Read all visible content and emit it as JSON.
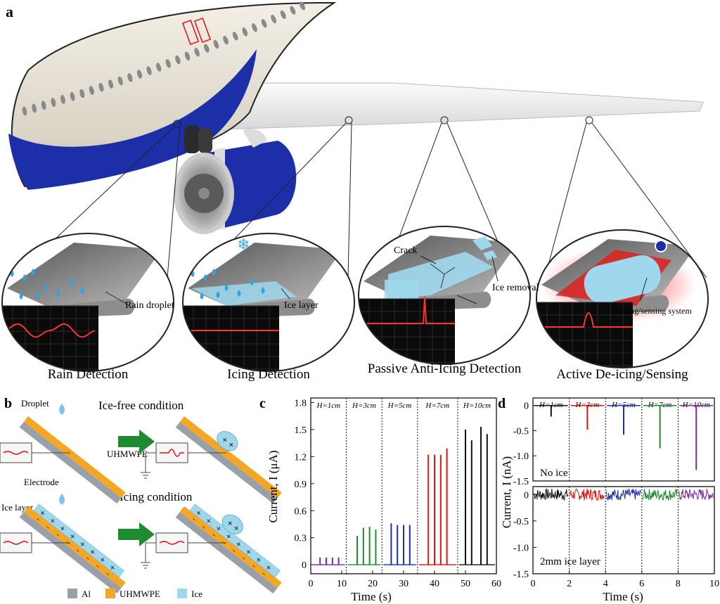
{
  "panels": {
    "a": {
      "label": "a",
      "callouts": [
        "Rain droplet",
        "Ice layer",
        "Crack",
        "Ice removal",
        "Heating/sensing system"
      ],
      "captions": [
        "Rain Detection",
        "Icing Detection",
        "Passive Anti-Icing Detection",
        "Active De-icing/Sensing"
      ]
    },
    "b": {
      "label": "b",
      "ice_free": "Ice-free condition",
      "icing": "Icing condition",
      "droplet": "Droplet",
      "uhmwpe": "UHMWPE",
      "electrode": "Electrode",
      "ice_layer": "Ice layer",
      "legend": [
        "Al",
        "UHMWPE",
        "Ice"
      ]
    },
    "c": {
      "label": "c"
    },
    "d": {
      "label": "d",
      "top_note": "No ice",
      "bottom_note": "2mm ice layer"
    }
  },
  "colors": {
    "blue": "#1d2fa8",
    "orange": "#f5a623",
    "ice": "#9fd8ec",
    "green": "#1f8a32",
    "red": "#e01010",
    "purple": "#7a2a98"
  },
  "chart_data": [
    {
      "id": "c",
      "type": "line",
      "xlabel": "Time (s)",
      "ylabel": "Current, I (μA)",
      "xlim": [
        0,
        60
      ],
      "ylim": [
        -0.1,
        1.85
      ],
      "xticks": [
        "0",
        "10",
        "20",
        "30",
        "40",
        "50",
        "60"
      ],
      "yticks": [
        "0",
        "0.3",
        "0.6",
        "0.9",
        "1.2",
        "1.5",
        "1.8"
      ],
      "dividers": [
        11.5,
        23,
        34.5,
        47.5
      ],
      "segments": [
        {
          "name": "H=1cm",
          "color": "#7a2a98",
          "peaks_x": [
            3,
            5,
            7,
            9
          ],
          "peaks_y": [
            0.08,
            0.08,
            0.08,
            0.08
          ]
        },
        {
          "name": "H=3cm",
          "color": "#1f8a32",
          "peaks_x": [
            15,
            17,
            19,
            21
          ],
          "peaks_y": [
            0.32,
            0.41,
            0.42,
            0.39
          ]
        },
        {
          "name": "H=5cm",
          "color": "#1d2fa8",
          "peaks_x": [
            26,
            28,
            30,
            32
          ],
          "peaks_y": [
            0.46,
            0.44,
            0.44,
            0.44
          ]
        },
        {
          "name": "H=7cm",
          "color": "#e01010",
          "peaks_x": [
            38,
            40,
            42,
            44
          ],
          "peaks_y": [
            1.22,
            1.22,
            1.22,
            1.29
          ]
        },
        {
          "name": "H=10cm",
          "color": "#111111",
          "peaks_x": [
            50,
            52,
            55,
            57
          ],
          "peaks_y": [
            1.5,
            1.38,
            1.53,
            1.45
          ]
        }
      ]
    },
    {
      "id": "d-top",
      "type": "line",
      "xlabel": "",
      "ylabel": "Current, I (nA)",
      "xlim": [
        0,
        10
      ],
      "ylim": [
        -1.5,
        0.15
      ],
      "yticks": [
        "0",
        "-0.5",
        "-1.0",
        "-1.5"
      ],
      "dividers": [
        2,
        4,
        6,
        8
      ],
      "segments": [
        {
          "name": "H=1cm",
          "color": "#111111",
          "spike_x": 1.0,
          "spike_y": -0.22
        },
        {
          "name": "H=3cm",
          "color": "#e01010",
          "spike_x": 3.0,
          "spike_y": -0.48
        },
        {
          "name": "H=5cm",
          "color": "#1d2fa8",
          "spike_x": 5.0,
          "spike_y": -0.58
        },
        {
          "name": "H=7cm",
          "color": "#1f8a32",
          "spike_x": 7.0,
          "spike_y": -0.85
        },
        {
          "name": "H=10cm",
          "color": "#7a2a98",
          "spike_x": 9.0,
          "spike_y": -1.28
        }
      ]
    },
    {
      "id": "d-bottom",
      "type": "line",
      "xlabel": "Time (s)",
      "ylabel": "",
      "xlim": [
        0,
        10
      ],
      "ylim": [
        -1.5,
        0.15
      ],
      "xticks": [
        "0",
        "2",
        "4",
        "6",
        "8",
        "10"
      ],
      "yticks": [
        "0",
        "-0.5",
        "-1.0",
        "-1.5"
      ],
      "dividers": [
        2,
        4,
        6,
        8
      ],
      "noise_colors": [
        "#111111",
        "#e01010",
        "#1d2fa8",
        "#1f8a32",
        "#7a2a98"
      ]
    }
  ]
}
